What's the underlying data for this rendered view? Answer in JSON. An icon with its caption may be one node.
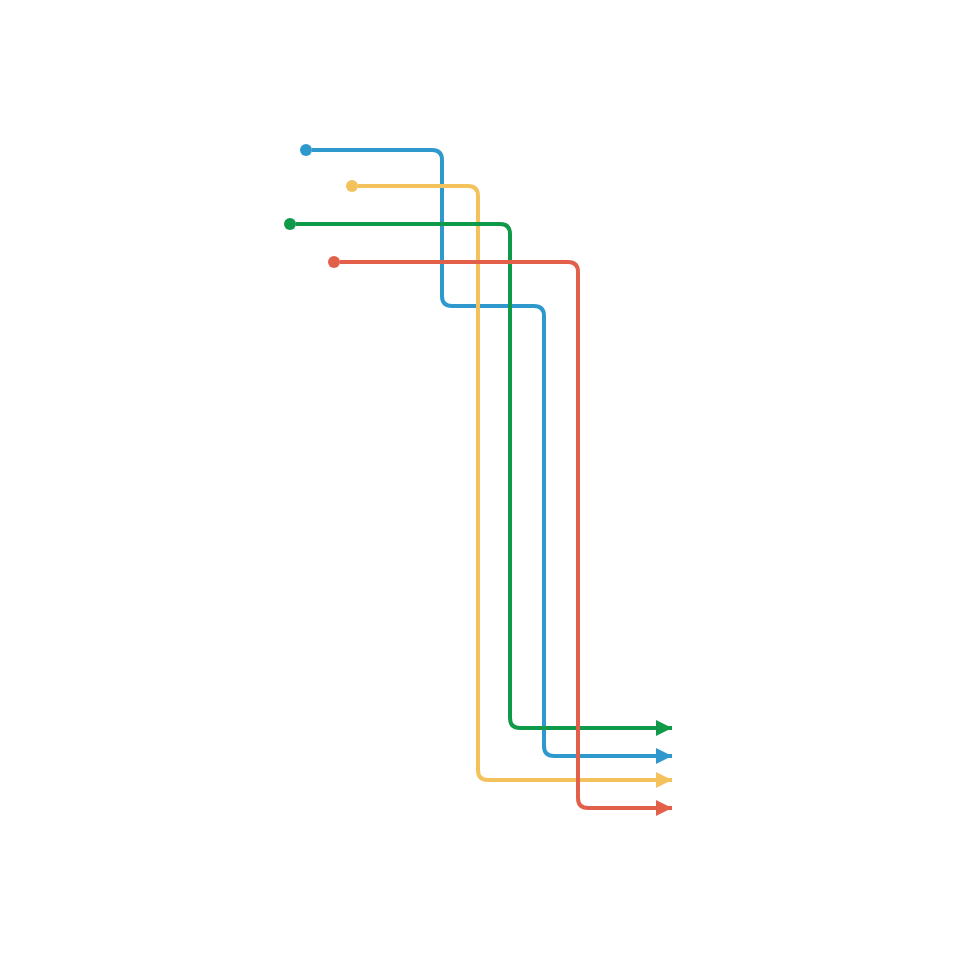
{
  "diagram": {
    "nodes": [
      {
        "text": [],
        "shape": "circle"
      },
      {
        "text": [],
        "shape": "circle"
      },
      {
        "text": [],
        "shape": "circle"
      },
      {
        "text": [],
        "shape": "circle"
      }
    ],
    "edges": [
      {
        "from": 0,
        "to": null,
        "arrow": "to",
        "color": "#2f98cc"
      },
      {
        "from": 1,
        "to": null,
        "arrow": "to",
        "color": "#f4c25c"
      },
      {
        "from": 2,
        "to": null,
        "arrow": "to",
        "color": "#0f9a4a"
      },
      {
        "from": 3,
        "to": null,
        "arrow": "to",
        "color": "#e2604a"
      }
    ]
  }
}
